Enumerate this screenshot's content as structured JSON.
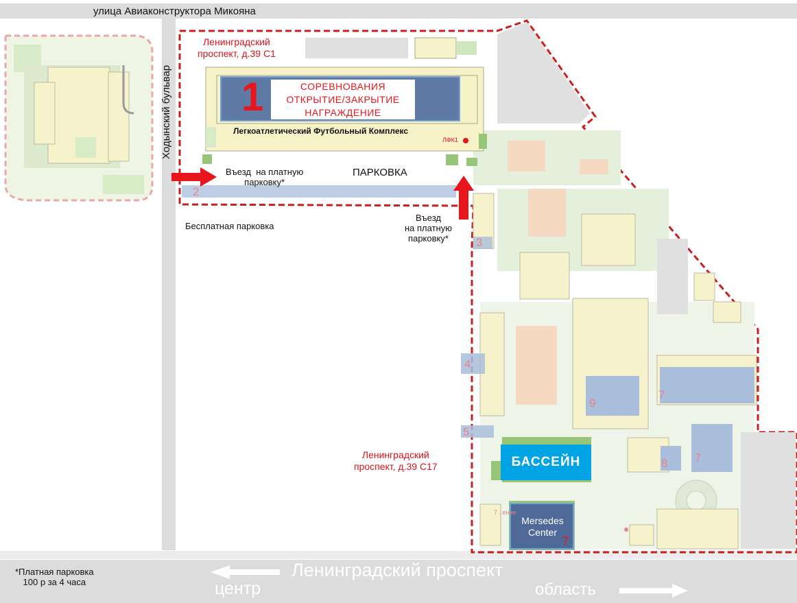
{
  "streets": {
    "north": "улица Авиаконструктора Микояна",
    "west": "Ходынский бульвар",
    "south": "Ленинградский проспект"
  },
  "directions": {
    "left": "центр",
    "right": "область"
  },
  "addresses": {
    "main": "Ленинградский\nпроспект, д.39 С1",
    "pool": "Ленинградский\nпроспект, д.39 С17"
  },
  "venue": {
    "number": "1",
    "events": [
      "СОРЕВНОВАНИЯ",
      "ОТКРЫТИЕ/ЗАКРЫТИЕ",
      "НАГРАЖДЕНИЕ"
    ],
    "name": "Легкоатлетический Футбольный Комплекс",
    "code": "ЛФК1"
  },
  "parking": {
    "label": "ПАРКОВКА",
    "entry_west": "Въезд  на платную\nпарковку*",
    "entry_east": "Въезд\nна платную\nпарковку*",
    "free": "Бесплатная парковка",
    "note": "*Платная парковка\n100 р за 4 часа"
  },
  "pool": {
    "label": "БАССЕЙН"
  },
  "mercedes": {
    "label": "Mersedes\nCenter",
    "number": "7",
    "side_label": "7 ..ение"
  },
  "numbers": [
    "2",
    "3",
    "4",
    "5",
    "9",
    "7",
    "8",
    "7"
  ],
  "colors": {
    "route_red": "#c81e1e",
    "arrow_red": "#e8161c",
    "pool_blue": "#00a4e4",
    "building_blue": "#5f7aa5",
    "mercedes_blue": "#4f6a99",
    "road_gray": "#dcdcdc",
    "green": "#cfe6bf",
    "building_cream": "#f7f2c8"
  }
}
